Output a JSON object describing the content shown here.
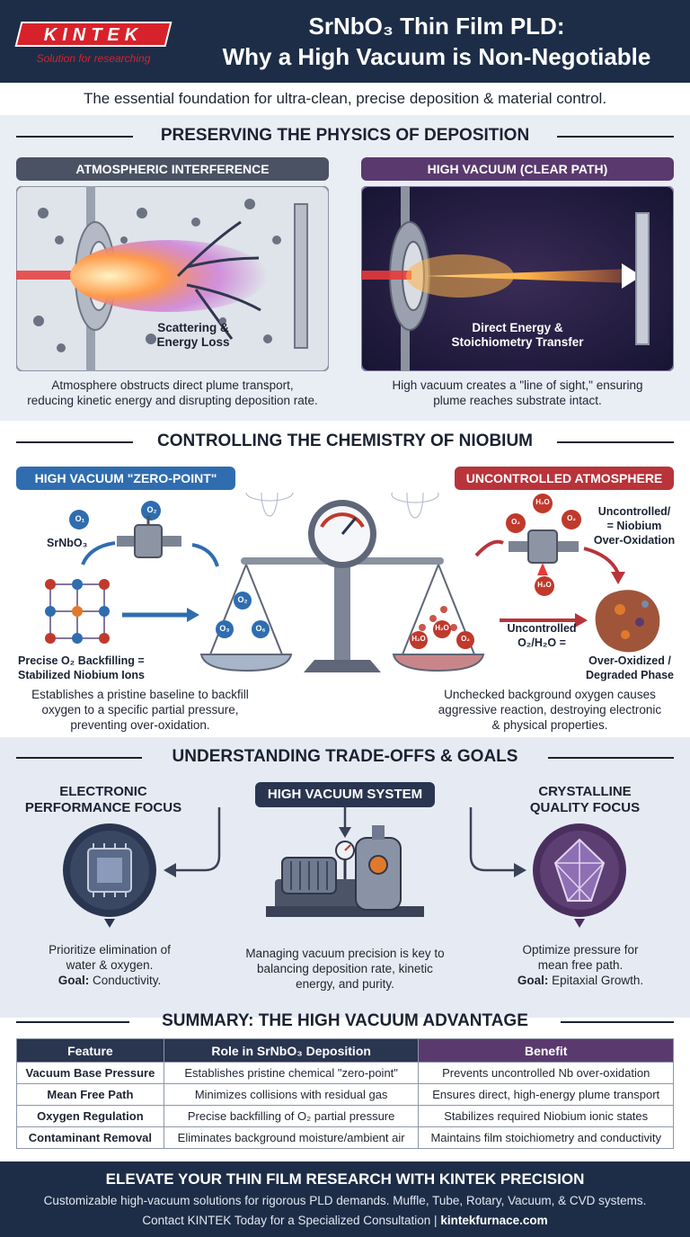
{
  "header": {
    "logo": "KINTEK",
    "tagline": "Solution for researching",
    "title_line1": "SrNbO₃ Thin Film PLD:",
    "title_line2": "Why a High Vacuum is Non-Negotiable"
  },
  "intro": "The essential foundation for ultra-clean, precise deposition & material control.",
  "section1": {
    "title": "PRESERVING THE PHYSICS OF DEPOSITION",
    "left": {
      "header": "ATMOSPHERIC INTERFERENCE",
      "label_line1": "Scattering &",
      "label_line2": "Energy Loss",
      "caption_line1": "Atmosphere obstructs direct plume transport,",
      "caption_line2": "reducing kinetic energy and disrupting deposition rate."
    },
    "right": {
      "header": "HIGH VACUUM (CLEAR PATH)",
      "label_line1": "Direct Energy &",
      "label_line2": "Stoichiometry Transfer",
      "caption_line1": "High vacuum creates a \"line of sight,\" ensuring",
      "caption_line2": "plume reaches substrate intact."
    }
  },
  "section2": {
    "title": "CONTROLLING THE CHEMISTRY OF NIOBIUM",
    "left": {
      "header": "HIGH VACUUM \"ZERO-POINT\"",
      "o1": "O₁",
      "o2": "O₂",
      "srnbo3": "SrNbO₃",
      "pan_o2": "O₂",
      "pan_o3": "O₃",
      "pan_o6": "O₆",
      "label_line1": "Precise O₂ Backfilling =",
      "label_line2": "Stabilized Niobium Ions",
      "caption_line1": "Establishes a pristine baseline to backfill",
      "caption_line2": "oxygen to a specific partial pressure,",
      "caption_line3": "preventing over-oxidation."
    },
    "right": {
      "header": "UNCONTROLLED ATMOSPHERE",
      "h2o_top": "H₂O",
      "o2_a": "O₂",
      "o2_b": "O₂",
      "h2o_mid": "H₂O",
      "pan_h2o_a": "H₂O",
      "pan_h2o_b": "H₂O",
      "pan_o2": "O₂",
      "label_a_line1": "Uncontrolled/",
      "label_a_line2": "= Niobium",
      "label_a_line3": "Over-Oxidation",
      "label_b_line1": "Uncontrolled",
      "label_b_line2": "O₂/H₂O =",
      "label_c_line1": "Over-Oxidized /",
      "label_c_line2": "Degraded Phase",
      "caption_line1": "Unchecked background oxygen causes",
      "caption_line2": "aggressive reaction, destroying electronic",
      "caption_line3": "& physical properties."
    }
  },
  "section3": {
    "title": "UNDERSTANDING TRADE-OFFS & GOALS",
    "center_header": "HIGH VACUUM SYSTEM",
    "left_title_line1": "ELECTRONIC",
    "left_title_line2": "PERFORMANCE FOCUS",
    "right_title_line1": "CRYSTALLINE",
    "right_title_line2": "QUALITY FOCUS",
    "left_text_line1": "Prioritize elimination of",
    "left_text_line2": "water & oxygen.",
    "left_goal_label": "Goal:",
    "left_goal": "Conductivity.",
    "center_text_line1": "Managing vacuum precision is key to",
    "center_text_line2": "balancing deposition rate, kinetic",
    "center_text_line3": "energy, and purity.",
    "right_text_line1": "Optimize pressure for",
    "right_text_line2": "mean free path.",
    "right_goal_label": "Goal:",
    "right_goal": "Epitaxial Growth."
  },
  "section4": {
    "title": "SUMMARY: THE HIGH VACUUM ADVANTAGE",
    "columns": [
      "Feature",
      "Role in SrNbO₃ Deposition",
      "Benefit"
    ],
    "rows": [
      [
        "Vacuum Base Pressure",
        "Establishes pristine chemical \"zero-point\"",
        "Prevents uncontrolled Nb over-oxidation"
      ],
      [
        "Mean Free Path",
        "Minimizes collisions with residual gas",
        "Ensures direct, high-energy plume transport"
      ],
      [
        "Oxygen Regulation",
        "Precise backfilling of O₂ partial pressure",
        "Stabilizes required Niobium ionic states"
      ],
      [
        "Contaminant Removal",
        "Eliminates background moisture/ambient air",
        "Maintains film stoichiometry and conductivity"
      ]
    ]
  },
  "footer": {
    "headline": "ELEVATE YOUR THIN FILM RESEARCH WITH KINTEK PRECISION",
    "line2": "Customizable high-vacuum solutions for rigorous PLD demands. Muffle, Tube, Rotary, Vacuum, & CVD systems.",
    "line3_prefix": "Contact KINTEK Today for a Specialized Consultation |",
    "line3_link": "kintekfurnace.com"
  },
  "colors": {
    "navy": "#1d2d47",
    "brand_red": "#d8222b",
    "purple": "#5a3a6e",
    "accent_blue": "#2f6db0",
    "accent_red": "#b8343a"
  }
}
